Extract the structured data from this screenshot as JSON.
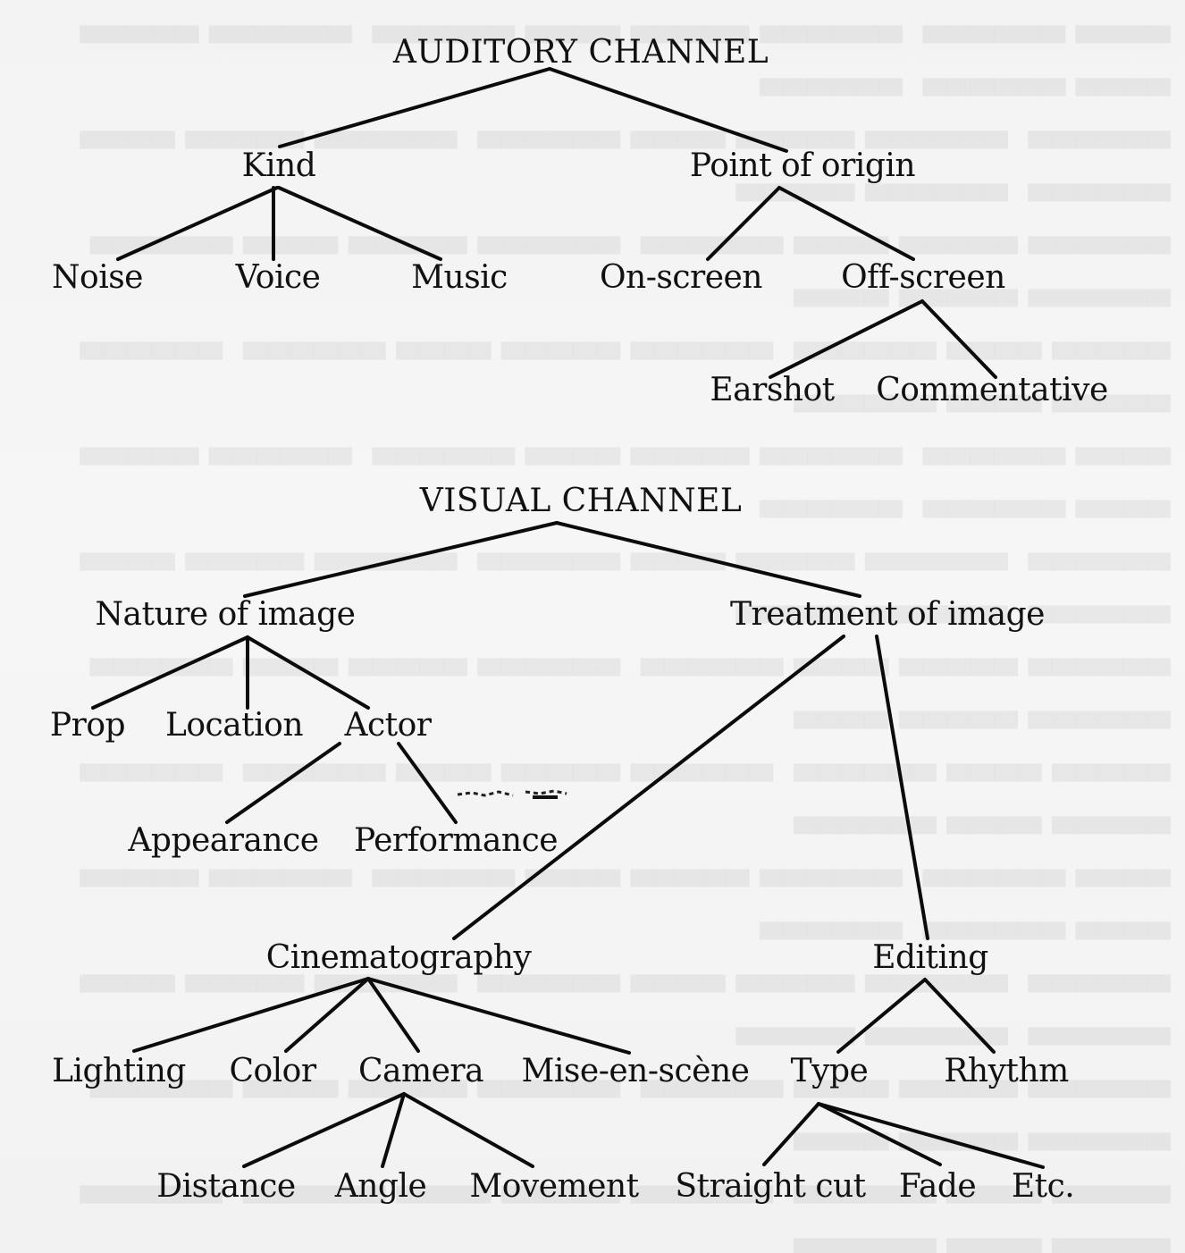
{
  "diagram": {
    "auditory": {
      "title": "AUDITORY CHANNEL",
      "kind": "Kind",
      "point_of_origin": "Point of origin",
      "noise": "Noise",
      "voice": "Voice",
      "music": "Music",
      "on_screen": "On-screen",
      "off_screen": "Off-screen",
      "earshot": "Earshot",
      "commentative": "Commentative"
    },
    "visual": {
      "title": "VISUAL CHANNEL",
      "nature_of_image": "Nature of image",
      "treatment_of_image": "Treatment of image",
      "prop": "Prop",
      "location": "Location",
      "actor": "Actor",
      "appearance": "Appearance",
      "performance": "Performance",
      "cinematography": "Cinematography",
      "editing": "Editing",
      "lighting": "Lighting",
      "color": "Color",
      "camera": "Camera",
      "mise_en_scene": "Mise-en-scène",
      "type": "Type",
      "rhythm": "Rhythm",
      "distance": "Distance",
      "angle": "Angle",
      "movement": "Movement",
      "straight_cut": "Straight cut",
      "fade": "Fade",
      "etc": "Etc."
    }
  }
}
